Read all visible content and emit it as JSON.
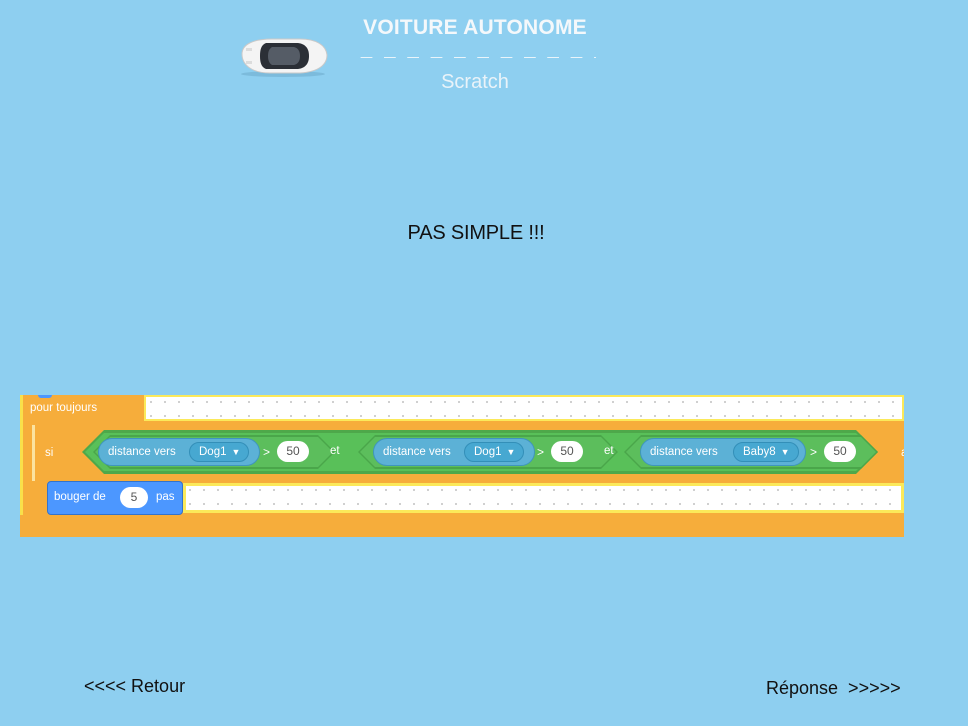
{
  "header": {
    "title": "VOITURE AUTONOME",
    "divider": "— — — — — — — — — — —",
    "subtitle": "Scratch",
    "car_icon": "car-icon"
  },
  "message": "PAS SIMPLE !!!",
  "script": {
    "forever_label": "pour toujours",
    "if_label": "si",
    "then_label": "alo",
    "and_label": "et",
    "conditions": [
      {
        "sensing_label": "distance vers",
        "target": "Dog1",
        "operator": ">",
        "value": "50"
      },
      {
        "sensing_label": "distance vers",
        "target": "Dog1",
        "operator": ">",
        "value": "50"
      },
      {
        "sensing_label": "distance vers",
        "target": "Baby8",
        "operator": ">",
        "value": "50"
      }
    ],
    "move": {
      "label": "bouger de",
      "value": "5",
      "suffix": "pas"
    },
    "colors": {
      "control": "#f6ad3b",
      "operators": "#59c059",
      "sensing": "#5cb1d6",
      "motion": "#4c97ff"
    }
  },
  "nav": {
    "back": "<<<< Retour",
    "next": "Réponse  >>>>>"
  },
  "colors": {
    "background": "#8ecff0"
  }
}
